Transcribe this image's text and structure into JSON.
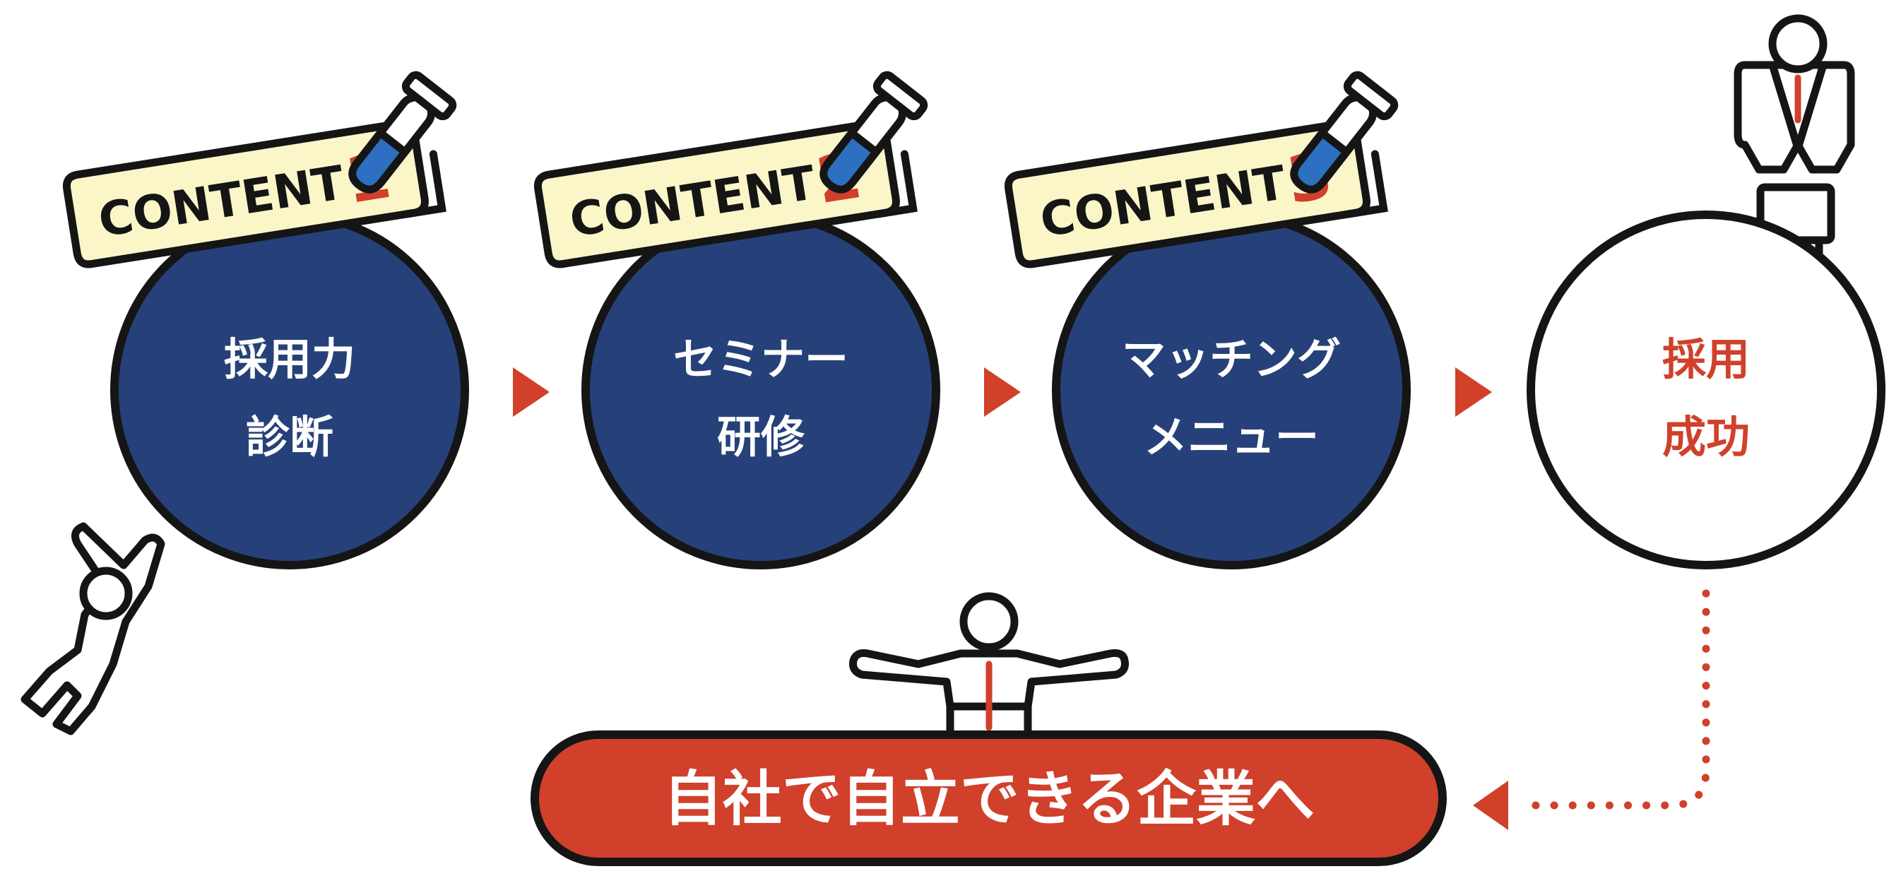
{
  "colors": {
    "navy": "#26417a",
    "red": "#d0402b",
    "outline": "#151515",
    "tag_fill": "#fbf6c8",
    "tube_blue": "#2d6fc0",
    "white": "#ffffff"
  },
  "steps": [
    {
      "tag_word": "CONTENT",
      "tag_number": "1",
      "line1": "採用力",
      "line2": "診断"
    },
    {
      "tag_word": "CONTENT",
      "tag_number": "2",
      "line1": "セミナー",
      "line2": "研修"
    },
    {
      "tag_word": "CONTENT",
      "tag_number": "3",
      "line1": "マッチング",
      "line2": "メニュー"
    }
  ],
  "result": {
    "line1": "採用",
    "line2": "成功"
  },
  "goal": {
    "label": "自社で自立できる企業へ"
  },
  "icons": {
    "test_tube": "test-tube-icon",
    "flow_arrow": "triangle-right-icon",
    "return_arrow": "triangle-left-icon",
    "falling_person": "falling-person-icon",
    "standing_person": "standing-person-icon",
    "welcoming_person": "open-arms-person-icon"
  }
}
